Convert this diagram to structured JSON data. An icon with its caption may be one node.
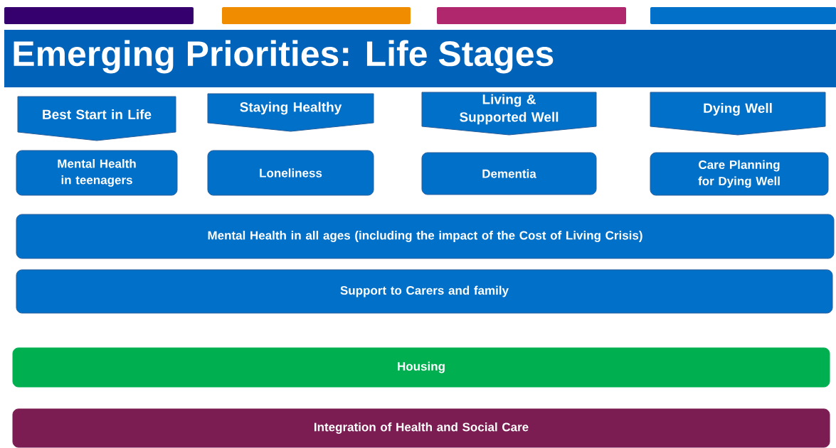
{
  "diagram": {
    "title": "Emerging Priorities: Life Stages",
    "nodes": [
      {
        "text": [
          "Best Start in Life"
        ]
      },
      {
        "text": [
          "Staying Healthy"
        ]
      },
      {
        "text": [
          "Living & Supported Well"
        ]
      },
      {
        "text": [
          "Dying Well"
        ]
      },
      {
        "text": [
          "Mental Health in teenagers"
        ]
      },
      {
        "text": [
          "Loneliness"
        ]
      },
      {
        "text": [
          "Dementia"
        ]
      },
      {
        "text": [
          "Care Planning for Dying Well"
        ]
      },
      {
        "text": [
          "Mental Health in all ages (including the impact of the Cost of Living Crisis)"
        ]
      },
      {
        "text": [
          "Support to Carers and family"
        ]
      },
      {
        "text": [
          "Housing"
        ]
      },
      {
        "text": [
          "Integration of Health and Social Care"
        ]
      }
    ]
  }
}
